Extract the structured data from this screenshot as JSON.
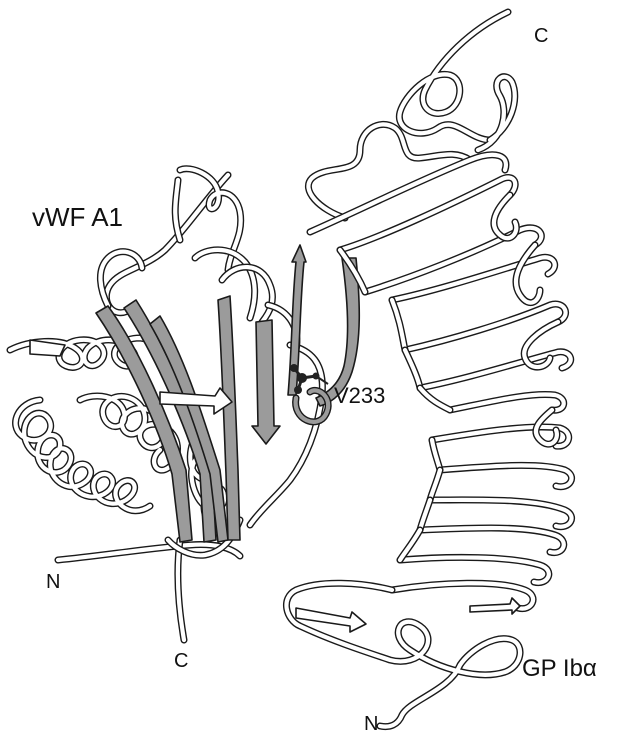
{
  "labels": {
    "a1_name": "vWF A1",
    "gp_name": "GP Ibα",
    "residue": "V233",
    "a1_n": "N",
    "a1_c": "C",
    "gp_n": "N",
    "gp_c": "C"
  },
  "colors": {
    "outline": "#1a1a1a",
    "ribbon_fill": "#ffffff",
    "highlight_fill": "#9b9b9b",
    "residue_atoms": "#222222"
  }
}
